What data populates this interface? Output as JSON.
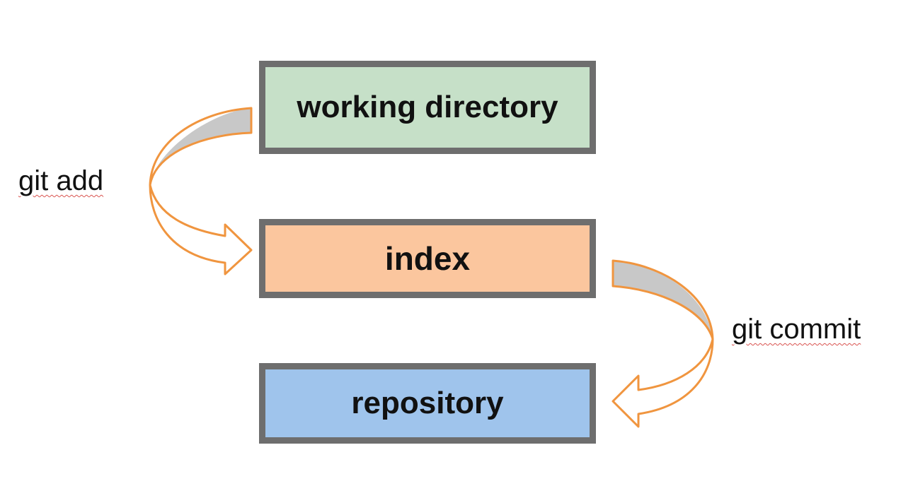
{
  "boxes": {
    "working_directory": {
      "label": "working directory",
      "color": "#c6e0c8"
    },
    "index": {
      "label": "index",
      "color": "#fbc69e"
    },
    "repository": {
      "label": "repository",
      "color": "#9fc4ec"
    }
  },
  "commands": {
    "add": "git add",
    "commit": "git commit"
  },
  "colors": {
    "border": "#6e6e6e",
    "arrow_outline": "#f0953f",
    "arrow_shadow": "#c8c8c8"
  }
}
